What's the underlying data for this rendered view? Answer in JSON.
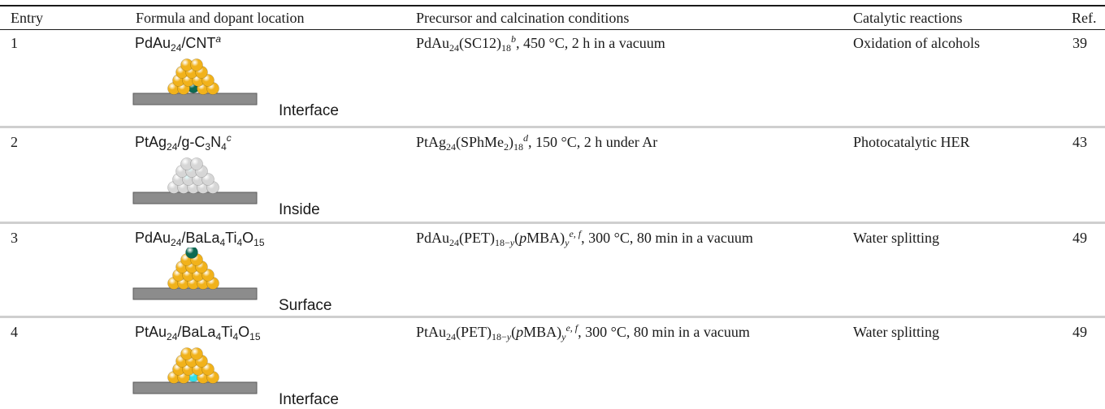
{
  "columns": [
    "Entry",
    "Formula and dopant location",
    "Precursor and calcination conditions",
    "Catalytic reactions",
    "Ref."
  ],
  "rows": [
    {
      "entry": "1",
      "formula": [
        {
          "t": "PdAu"
        },
        {
          "t": "24",
          "s": "sub"
        },
        {
          "t": "/CNT"
        },
        {
          "t": "a",
          "s": "sup",
          "i": true
        }
      ],
      "location": "Interface",
      "dopant": "interface",
      "shell_color": "#f1b21b",
      "dopant_color": "#0c6a52",
      "precursor": [
        {
          "t": "PdAu"
        },
        {
          "t": "24",
          "s": "sub"
        },
        {
          "t": "(SC12)"
        },
        {
          "t": "18",
          "s": "sub"
        },
        {
          "t": "b",
          "s": "sup",
          "i": true
        },
        {
          "t": ", 450 °C, 2 h in a vacuum"
        }
      ],
      "reaction": "Oxidation of alcohols",
      "ref": "39"
    },
    {
      "entry": "2",
      "formula": [
        {
          "t": "PtAg"
        },
        {
          "t": "24",
          "s": "sub"
        },
        {
          "t": "/g-C"
        },
        {
          "t": "3",
          "s": "sub"
        },
        {
          "t": "N"
        },
        {
          "t": "4",
          "s": "sub"
        },
        {
          "t": "c",
          "s": "sup",
          "i": true
        }
      ],
      "location": "Inside",
      "dopant": "inside",
      "shell_color": "#d6d6d6",
      "dopant_color": "#33e0e6",
      "precursor": [
        {
          "t": "PtAg"
        },
        {
          "t": "24",
          "s": "sub"
        },
        {
          "t": "(SPhMe"
        },
        {
          "t": "2",
          "s": "sub"
        },
        {
          "t": ")"
        },
        {
          "t": "18",
          "s": "sub"
        },
        {
          "t": "d",
          "s": "sup",
          "i": true
        },
        {
          "t": ", 150 °C, 2 h under Ar"
        }
      ],
      "reaction": "Photocatalytic HER",
      "ref": "43"
    },
    {
      "entry": "3",
      "formula": [
        {
          "t": "PdAu"
        },
        {
          "t": "24",
          "s": "sub"
        },
        {
          "t": "/BaLa"
        },
        {
          "t": "4",
          "s": "sub"
        },
        {
          "t": "Ti"
        },
        {
          "t": "4",
          "s": "sub"
        },
        {
          "t": "O"
        },
        {
          "t": "15",
          "s": "sub"
        }
      ],
      "location": "Surface",
      "dopant": "surface",
      "shell_color": "#f1b21b",
      "dopant_color": "#0c6a52",
      "precursor": [
        {
          "t": "PdAu"
        },
        {
          "t": "24",
          "s": "sub"
        },
        {
          "t": "(PET)"
        },
        {
          "t": "18−",
          "s": "sub"
        },
        {
          "t": "y",
          "s": "sub",
          "i": true
        },
        {
          "t": "("
        },
        {
          "t": "p",
          "i": true
        },
        {
          "t": "MBA)"
        },
        {
          "t": "y",
          "s": "sub",
          "i": true
        },
        {
          "t": "e, f",
          "s": "sup",
          "i": true
        },
        {
          "t": ", 300 °C, 80 min in a vacuum"
        }
      ],
      "reaction": "Water splitting",
      "ref": "49"
    },
    {
      "entry": "4",
      "formula": [
        {
          "t": "PtAu"
        },
        {
          "t": "24",
          "s": "sub"
        },
        {
          "t": "/BaLa"
        },
        {
          "t": "4",
          "s": "sub"
        },
        {
          "t": "Ti"
        },
        {
          "t": "4",
          "s": "sub"
        },
        {
          "t": "O"
        },
        {
          "t": "15",
          "s": "sub"
        }
      ],
      "location": "Interface",
      "dopant": "interface",
      "shell_color": "#f1b21b",
      "dopant_color": "#33e0e6",
      "precursor": [
        {
          "t": "PtAu"
        },
        {
          "t": "24",
          "s": "sub"
        },
        {
          "t": "(PET)"
        },
        {
          "t": "18−",
          "s": "sub"
        },
        {
          "t": "y",
          "s": "sub",
          "i": true
        },
        {
          "t": "("
        },
        {
          "t": "p",
          "i": true
        },
        {
          "t": "MBA)"
        },
        {
          "t": "y",
          "s": "sub",
          "i": true
        },
        {
          "t": "e, f",
          "s": "sup",
          "i": true
        },
        {
          "t": ", 300 °C, 80 min in a vacuum"
        }
      ],
      "reaction": "Water splitting",
      "ref": "49"
    }
  ],
  "colors": {
    "support": "#8c8c8c",
    "support_edge": "#5a5a5a",
    "rule": "#1a1a1a",
    "row_separator": "#cfcfcf"
  }
}
